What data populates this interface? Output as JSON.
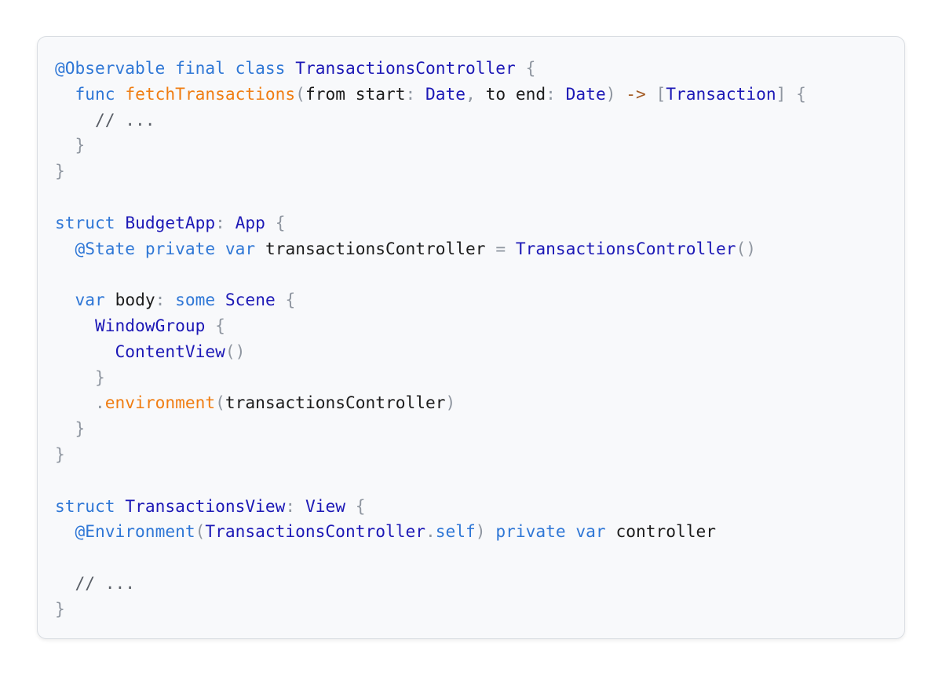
{
  "colors": {
    "page_background": "#ffffff",
    "card_background": "#f8f9fb",
    "card_border": "#d9dde2",
    "attribute": "#2f77d6",
    "keyword": "#2f77d6",
    "type": "#1c18b6",
    "function": "#f07d12",
    "punctuation": "#8f96a0",
    "operator": "#a35a22",
    "comment": "#595e66",
    "plain": "#1c1c1c"
  },
  "code": {
    "language": "Swift",
    "lines": [
      [
        {
          "t": "@Observable",
          "c": "attr"
        },
        {
          "t": " ",
          "c": "plain"
        },
        {
          "t": "final",
          "c": "kw"
        },
        {
          "t": " ",
          "c": "plain"
        },
        {
          "t": "class",
          "c": "kw"
        },
        {
          "t": " ",
          "c": "plain"
        },
        {
          "t": "TransactionsController",
          "c": "type"
        },
        {
          "t": " ",
          "c": "plain"
        },
        {
          "t": "{",
          "c": "punc"
        }
      ],
      [
        {
          "t": "  ",
          "c": "plain"
        },
        {
          "t": "func",
          "c": "kw"
        },
        {
          "t": " ",
          "c": "plain"
        },
        {
          "t": "fetchTransactions",
          "c": "func"
        },
        {
          "t": "(",
          "c": "punc"
        },
        {
          "t": "from start",
          "c": "plain"
        },
        {
          "t": ":",
          "c": "punc"
        },
        {
          "t": " ",
          "c": "plain"
        },
        {
          "t": "Date",
          "c": "type"
        },
        {
          "t": ",",
          "c": "punc"
        },
        {
          "t": " ",
          "c": "plain"
        },
        {
          "t": "to end",
          "c": "plain"
        },
        {
          "t": ":",
          "c": "punc"
        },
        {
          "t": " ",
          "c": "plain"
        },
        {
          "t": "Date",
          "c": "type"
        },
        {
          "t": ")",
          "c": "punc"
        },
        {
          "t": " ",
          "c": "plain"
        },
        {
          "t": "->",
          "c": "op"
        },
        {
          "t": " ",
          "c": "plain"
        },
        {
          "t": "[",
          "c": "punc"
        },
        {
          "t": "Transaction",
          "c": "type"
        },
        {
          "t": "]",
          "c": "punc"
        },
        {
          "t": " ",
          "c": "plain"
        },
        {
          "t": "{",
          "c": "punc"
        }
      ],
      [
        {
          "t": "    ",
          "c": "plain"
        },
        {
          "t": "// ...",
          "c": "comment"
        }
      ],
      [
        {
          "t": "  ",
          "c": "plain"
        },
        {
          "t": "}",
          "c": "punc"
        }
      ],
      [
        {
          "t": "}",
          "c": "punc"
        }
      ],
      [],
      [
        {
          "t": "struct",
          "c": "kw"
        },
        {
          "t": " ",
          "c": "plain"
        },
        {
          "t": "BudgetApp",
          "c": "type"
        },
        {
          "t": ":",
          "c": "punc"
        },
        {
          "t": " ",
          "c": "plain"
        },
        {
          "t": "App",
          "c": "type"
        },
        {
          "t": " ",
          "c": "plain"
        },
        {
          "t": "{",
          "c": "punc"
        }
      ],
      [
        {
          "t": "  ",
          "c": "plain"
        },
        {
          "t": "@State",
          "c": "attr"
        },
        {
          "t": " ",
          "c": "plain"
        },
        {
          "t": "private",
          "c": "kw"
        },
        {
          "t": " ",
          "c": "plain"
        },
        {
          "t": "var",
          "c": "kw"
        },
        {
          "t": " ",
          "c": "plain"
        },
        {
          "t": "transactionsController",
          "c": "plain"
        },
        {
          "t": " ",
          "c": "plain"
        },
        {
          "t": "=",
          "c": "punc"
        },
        {
          "t": " ",
          "c": "plain"
        },
        {
          "t": "TransactionsController",
          "c": "type"
        },
        {
          "t": "()",
          "c": "punc"
        }
      ],
      [],
      [
        {
          "t": "  ",
          "c": "plain"
        },
        {
          "t": "var",
          "c": "kw"
        },
        {
          "t": " ",
          "c": "plain"
        },
        {
          "t": "body",
          "c": "plain"
        },
        {
          "t": ":",
          "c": "punc"
        },
        {
          "t": " ",
          "c": "plain"
        },
        {
          "t": "some",
          "c": "kw"
        },
        {
          "t": " ",
          "c": "plain"
        },
        {
          "t": "Scene",
          "c": "type"
        },
        {
          "t": " ",
          "c": "plain"
        },
        {
          "t": "{",
          "c": "punc"
        }
      ],
      [
        {
          "t": "    ",
          "c": "plain"
        },
        {
          "t": "WindowGroup",
          "c": "type"
        },
        {
          "t": " ",
          "c": "plain"
        },
        {
          "t": "{",
          "c": "punc"
        }
      ],
      [
        {
          "t": "      ",
          "c": "plain"
        },
        {
          "t": "ContentView",
          "c": "type"
        },
        {
          "t": "()",
          "c": "punc"
        }
      ],
      [
        {
          "t": "    ",
          "c": "plain"
        },
        {
          "t": "}",
          "c": "punc"
        }
      ],
      [
        {
          "t": "    ",
          "c": "plain"
        },
        {
          "t": ".",
          "c": "punc"
        },
        {
          "t": "environment",
          "c": "func"
        },
        {
          "t": "(",
          "c": "punc"
        },
        {
          "t": "transactionsController",
          "c": "plain"
        },
        {
          "t": ")",
          "c": "punc"
        }
      ],
      [
        {
          "t": "  ",
          "c": "plain"
        },
        {
          "t": "}",
          "c": "punc"
        }
      ],
      [
        {
          "t": "}",
          "c": "punc"
        }
      ],
      [],
      [
        {
          "t": "struct",
          "c": "kw"
        },
        {
          "t": " ",
          "c": "plain"
        },
        {
          "t": "TransactionsView",
          "c": "type"
        },
        {
          "t": ":",
          "c": "punc"
        },
        {
          "t": " ",
          "c": "plain"
        },
        {
          "t": "View",
          "c": "type"
        },
        {
          "t": " ",
          "c": "plain"
        },
        {
          "t": "{",
          "c": "punc"
        }
      ],
      [
        {
          "t": "  ",
          "c": "plain"
        },
        {
          "t": "@Environment",
          "c": "attr"
        },
        {
          "t": "(",
          "c": "punc"
        },
        {
          "t": "TransactionsController",
          "c": "type"
        },
        {
          "t": ".",
          "c": "punc"
        },
        {
          "t": "self",
          "c": "kw"
        },
        {
          "t": ")",
          "c": "punc"
        },
        {
          "t": " ",
          "c": "plain"
        },
        {
          "t": "private",
          "c": "kw"
        },
        {
          "t": " ",
          "c": "plain"
        },
        {
          "t": "var",
          "c": "kw"
        },
        {
          "t": " ",
          "c": "plain"
        },
        {
          "t": "controller",
          "c": "plain"
        }
      ],
      [],
      [
        {
          "t": "  ",
          "c": "plain"
        },
        {
          "t": "// ...",
          "c": "comment"
        }
      ],
      [
        {
          "t": "}",
          "c": "punc"
        }
      ]
    ]
  }
}
